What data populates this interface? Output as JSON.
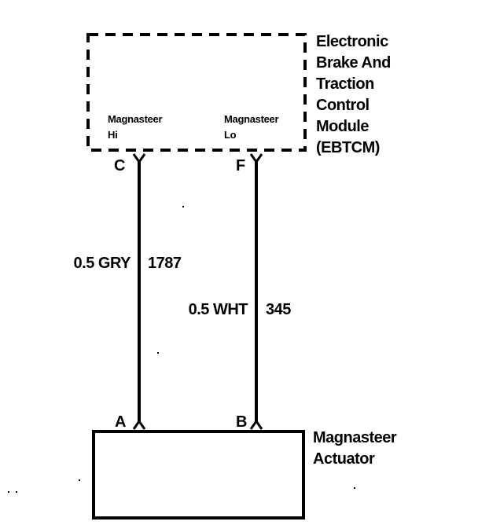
{
  "module": {
    "name_lines": [
      "Electronic",
      "Brake And",
      "Traction",
      "Control",
      "Module",
      "(EBTCM)"
    ],
    "terminal_hi": {
      "lines": [
        "Magnasteer",
        "Hi"
      ],
      "pin": "C"
    },
    "terminal_lo": {
      "lines": [
        "Magnasteer",
        "Lo"
      ],
      "pin": "F"
    }
  },
  "wires": [
    {
      "size_color": "0.5 GRY",
      "circuit": "1787"
    },
    {
      "size_color": "0.5 WHT",
      "circuit": "345"
    }
  ],
  "actuator": {
    "name_lines": [
      "Magnasteer",
      "Actuator"
    ],
    "pin_a": "A",
    "pin_b": "B"
  }
}
